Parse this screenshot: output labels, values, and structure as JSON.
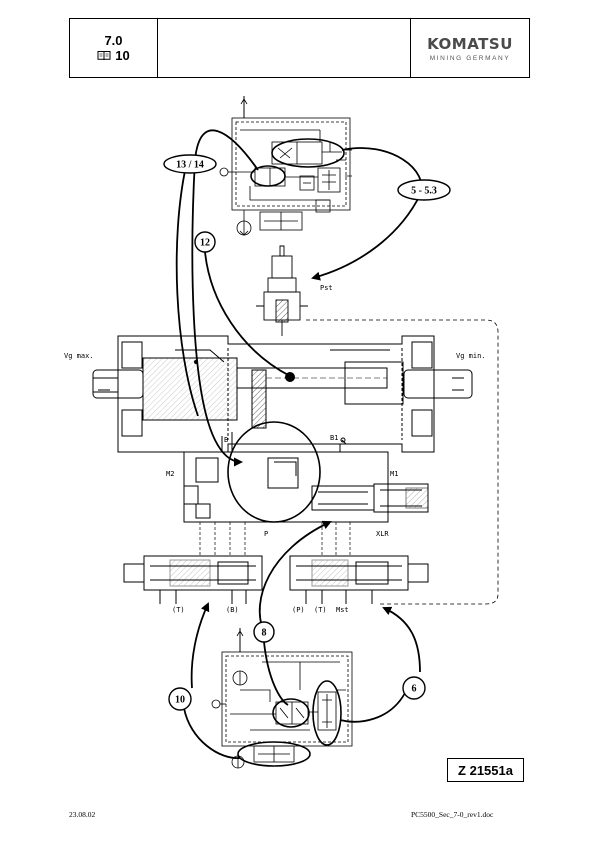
{
  "header": {
    "section_number": "7.0",
    "book_icon": "book-icon",
    "page_number": "10",
    "logo": {
      "name": "KOMATSU",
      "subtitle": "MINING GERMANY"
    }
  },
  "diagram": {
    "labels": {
      "vg_max": "Vg max.",
      "vg_min": "Vg min.",
      "pst": "Pst",
      "b1": "B1",
      "b": "B",
      "m2": "M2",
      "m1": "M1",
      "p": "P",
      "xlr": "XLR",
      "t_left": "(T)",
      "b_left": "(B)",
      "p_right": "(P)",
      "t_right": "(T)",
      "mst": "Mst"
    },
    "callouts": {
      "c13_14": "13 / 14",
      "c5_53": "5 - 5.3",
      "c12": "12",
      "c8": "8",
      "c10": "10",
      "c6": "6"
    }
  },
  "figure_id": "Z 21551a",
  "footer": {
    "date": "23.08.02",
    "filename": "PC5500_Sec_7-0_rev1.doc"
  }
}
